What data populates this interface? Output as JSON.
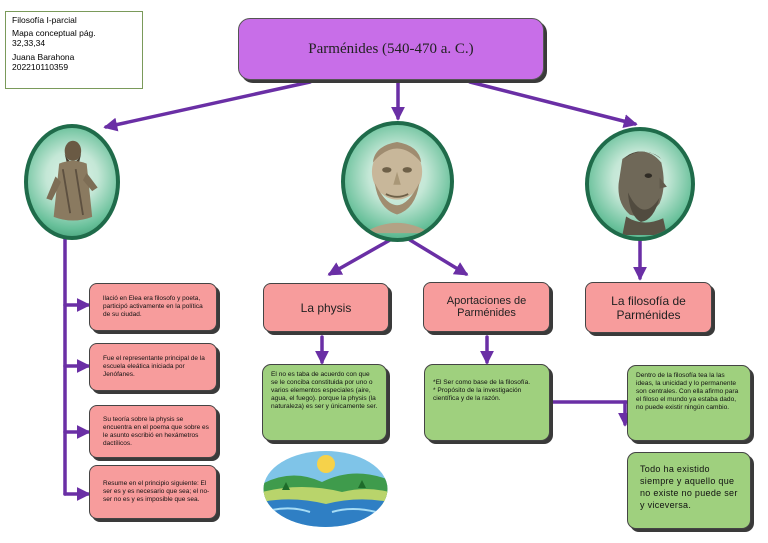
{
  "info_box": {
    "line1": "Filosofía I-parcial",
    "line2": "Mapa conceptual pág.",
    "line3": "32,33,34",
    "line4": "Juana Barahona",
    "line5": "202210110359"
  },
  "title": "Parménides (540-470 a. C.)",
  "headings": {
    "physis": "La physis",
    "aportaciones": "Aportaciones de Parménides",
    "filosofia": "La filosofía de Parménides"
  },
  "biography": [
    "llació en Elea era filosofo y poeta, participó activamente en la política de su ciudad.",
    "Fue el representante principal de la escuela eleática iniciada por Jenófanes.",
    "Su teoría sobre la physis se encuentra en el poema que sobre es le asunto escribió en hexámetros dactílicos.",
    "Resume en el principio siguiente: El ser es y es necesario que sea; el no-ser no es y es imposible que sea."
  ],
  "physis_text": "El no es taba de acuerdo con que se le conciba constituida por uno o varios elementos especiales (aire, agua, el fuego). porque la physis (la naturaleza) es ser y únicamente ser.",
  "aportaciones_text": "*El Ser como base de la filosofía.\n* Propósito de la investigación científica y de la razón.",
  "filosofia_text1": "Dentro de la filosofía tea la las ideas, la unicidad y lo permanente son centrales. Con ella afirmo para el filoso el mundo ya estaba dado, no puede existir ningún cambio.",
  "filosofia_text2": "Todo ha existido siempre y aquello que no existe no puede ser y viceversa.",
  "colors": {
    "title_fill": "#c86ee8",
    "heading_fill": "#f79c9c",
    "note_fill": "#9fd07e",
    "connector": "#6a2fa5",
    "portrait_ring": "#1f6b4a"
  },
  "icons": [
    "philosopher-statue-icon",
    "parmenides-bust-icon",
    "philosopher-head-icon",
    "nature-landscape-icon"
  ]
}
